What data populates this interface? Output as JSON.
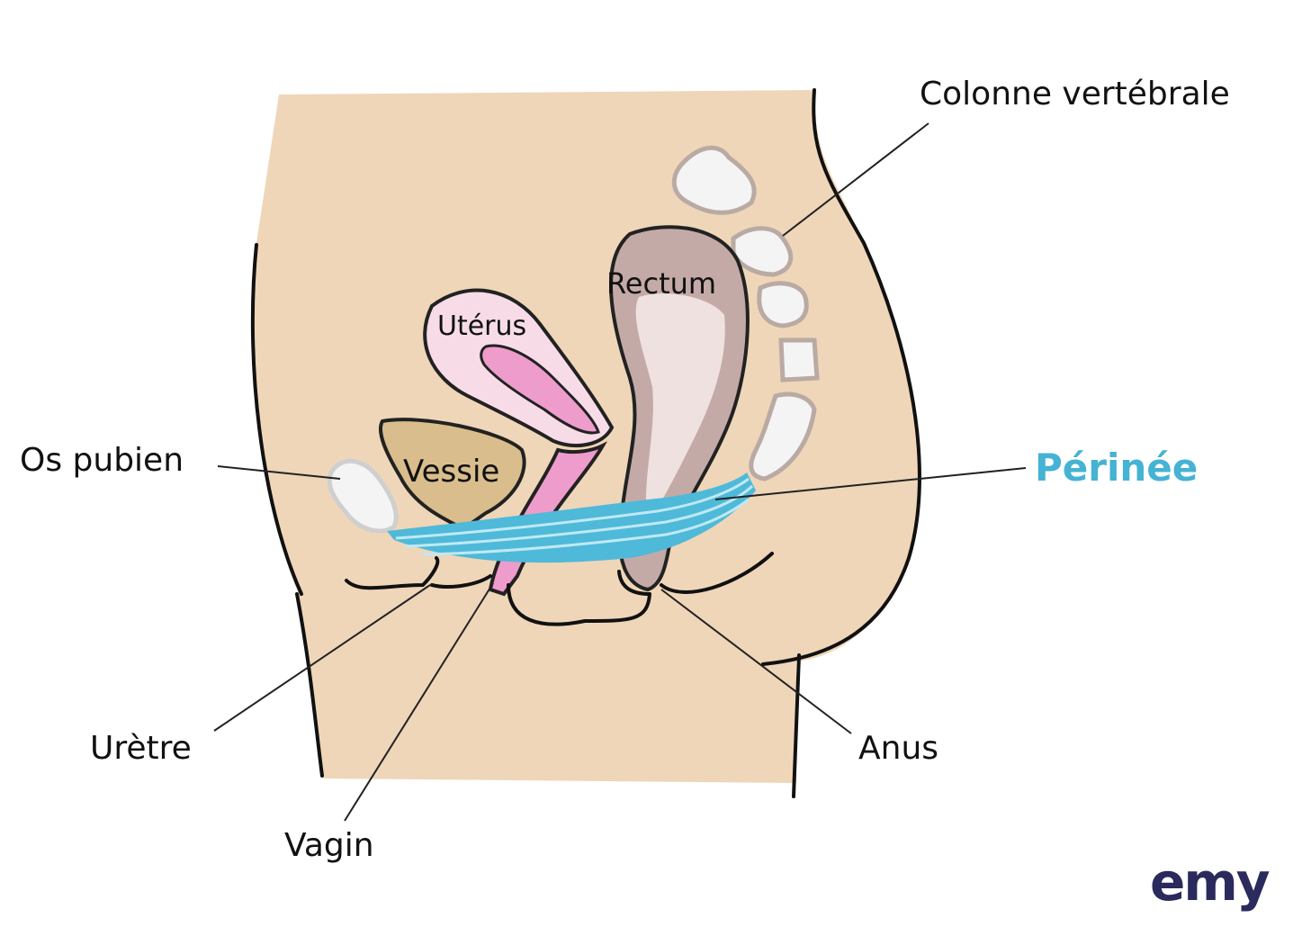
{
  "labels": {
    "spine": "Colonne vertébrale",
    "rectum": "Rectum",
    "uterus": "Utérus",
    "pubic_bone": "Os pubien",
    "bladder": "Vessie",
    "perineum": "Périnée",
    "urethra": "Urètre",
    "vagina": "Vagin",
    "anus": "Anus"
  },
  "logo": "emy",
  "colors": {
    "skin": "#efd6b9",
    "perineum": "#4fb9d9",
    "perineum_label": "#45b3d3",
    "uterus": "#f7dce8",
    "uterus_inner": "#ee9ccb",
    "bladder": "#d9bd8c",
    "rectum": "#c4aaa6",
    "bone": "#f4f4f4",
    "logo": "#2b2a5c"
  }
}
